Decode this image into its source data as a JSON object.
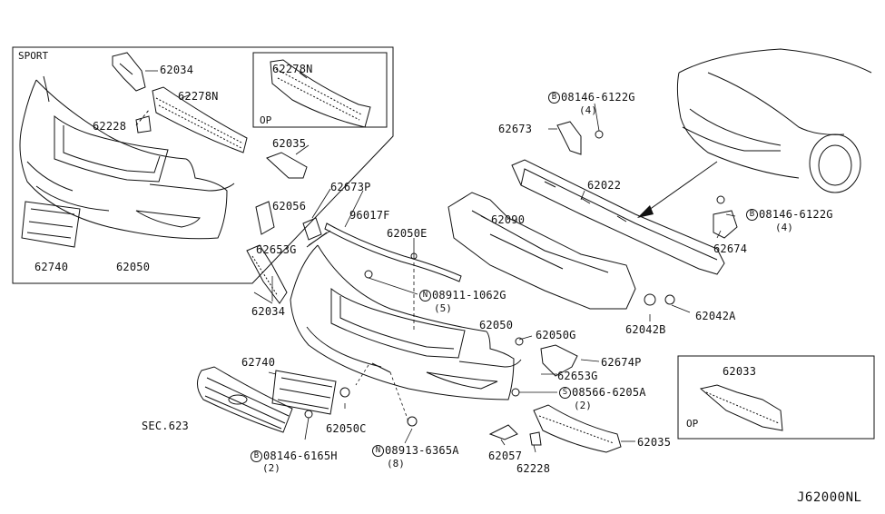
{
  "diagram_id": "J62000NL",
  "boxes": {
    "sport": "SPORT",
    "op_top": "OP",
    "op_bottom": "OP"
  },
  "parts": {
    "p62034_sport": "62034",
    "p62278N_sport": "62278N",
    "p62228_sport": "62228",
    "p62278N_op": "62278N",
    "p62035_op": "62035",
    "p62740_sport": "62740",
    "p62050_sport": "62050",
    "p62673_bolt": "08146-6122G",
    "p62673_bolt_qty": "(4)",
    "p62673": "62673",
    "p62022": "62022",
    "p62090": "62090",
    "p62674_bolt": "08146-6122G",
    "p62674_bolt_qty": "(4)",
    "p62674": "62674",
    "p62042B": "62042B",
    "p62042A": "62042A",
    "p62673P": "62673P",
    "p62056": "62056",
    "p96017F": "96017F",
    "p62050E": "62050E",
    "p62653G_left": "62653G",
    "p62034_main": "62034",
    "p08911": "08911-1062G",
    "p08911_qty": "(5)",
    "p62050_main": "62050",
    "p62050G": "62050G",
    "p62674P": "62674P",
    "p62653G_right": "62653G",
    "p08566": "08566-6205A",
    "p08566_qty": "(2)",
    "p62033": "62033",
    "p62740_main": "62740",
    "sec623": "SEC.623",
    "p62050C": "62050C",
    "p08146_6165H": "08146-6165H",
    "p08146_6165H_qty": "(2)",
    "p08913": "08913-6365A",
    "p08913_qty": "(8)",
    "p62057": "62057",
    "p62228_main": "62228",
    "p62035_main": "62035"
  },
  "symbols": {
    "bolt": "B",
    "nut": "N",
    "screw": "S"
  }
}
